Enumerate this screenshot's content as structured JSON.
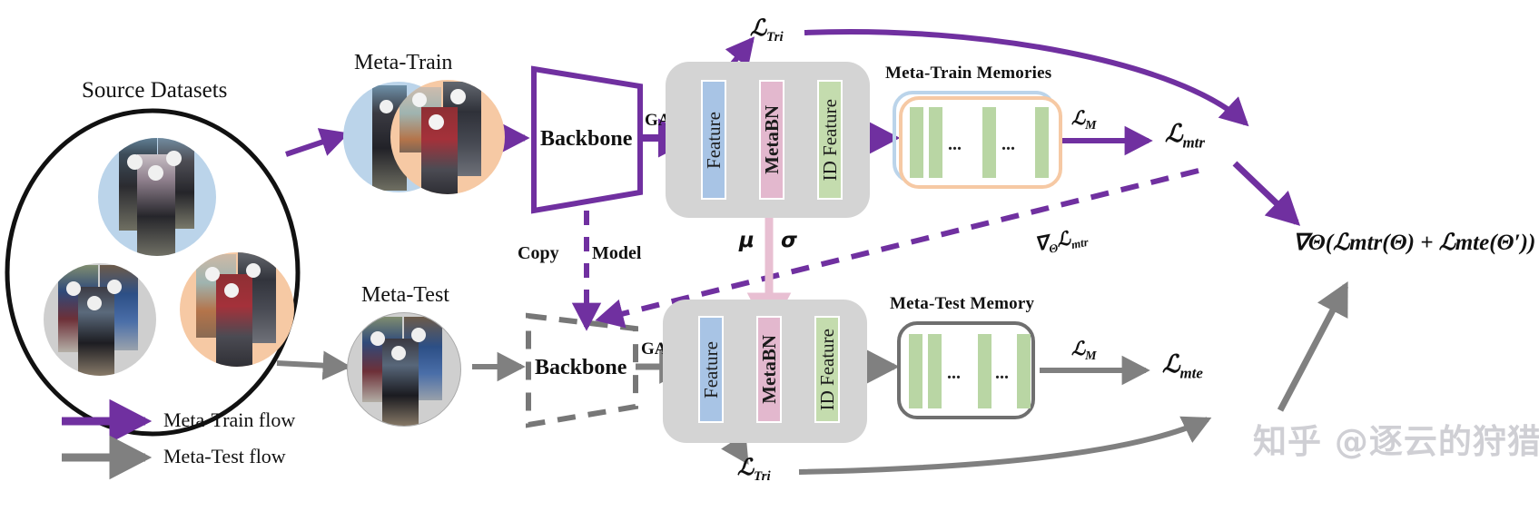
{
  "figure": {
    "domain_note": "meta-learning person re-identification framework diagram",
    "colors": {
      "meta_train_purple": "#7030A0",
      "meta_test_gray": "#808080",
      "feature_blue": "#A8C4E5",
      "metabn_pink": "#E3B8CE",
      "id_feature_green": "#C4DCAE",
      "memory_bar_green": "#B9D6A4",
      "panel_gray": "#D4D4D4",
      "dataset_blue": "#BBD4EA",
      "dataset_orange": "#F6C9A4",
      "dataset_gray": "#CFCFCF",
      "outline_black": "#111111",
      "watermark_gray": "#CFCFD4"
    },
    "labels": {
      "source_datasets": "Source Datasets",
      "meta_train": "Meta-Train",
      "meta_test": "Meta-Test",
      "backbone": "Backbone",
      "gap": "GAP",
      "feature": "Feature",
      "metabn": "MetaBN",
      "id_feature": "ID Feature",
      "meta_train_memories": "Meta-Train Memories",
      "meta_test_memory": "Meta-Test Memory",
      "copy": "Copy",
      "model": "Model",
      "mu": "μ",
      "sigma": "σ",
      "ellipsis": "..."
    },
    "math": {
      "l_tri_top": "ℒ",
      "l_tri_top_sub": "Tri",
      "l_tri_bottom": "ℒ",
      "l_tri_bottom_sub": "Tri",
      "l_m_top": "ℒ",
      "l_m_top_sub": "M",
      "l_m_bottom": "ℒ",
      "l_m_bottom_sub": "M",
      "l_mtr": "ℒ",
      "l_mtr_sub": "mtr",
      "l_mte": "ℒ",
      "l_mte_sub": "mte",
      "grad_mtr": "∇",
      "grad_mtr_sub": "Θ",
      "grad_mtr_tail": "ℒ",
      "grad_mtr_tail_sub": "mtr",
      "final_objective": "∇Θ(ℒmtr(Θ) + ℒmte(Θ′))"
    },
    "legend": {
      "items": [
        {
          "label": "Meta-Train flow",
          "color": "#7030A0",
          "style": "solid-arrow"
        },
        {
          "label": "Meta-Test flow",
          "color": "#808080",
          "style": "solid-arrow"
        }
      ]
    },
    "datasets": [
      {
        "name": "dataset-blue",
        "fill": "#BBD4EA"
      },
      {
        "name": "dataset-gray",
        "fill": "#CFCFCF"
      },
      {
        "name": "dataset-orange",
        "fill": "#F6C9A4"
      }
    ],
    "memory_banks": {
      "meta_train": {
        "bars": 4,
        "ellipses": 2,
        "outer_ring": "#BBD4EA",
        "inner_ring": "#F6C9A4"
      },
      "meta_test": {
        "bars": 4,
        "ellipses": 2,
        "ring": "#6F6F6F"
      }
    },
    "watermark": "知乎 @逐云的狩猎者"
  }
}
